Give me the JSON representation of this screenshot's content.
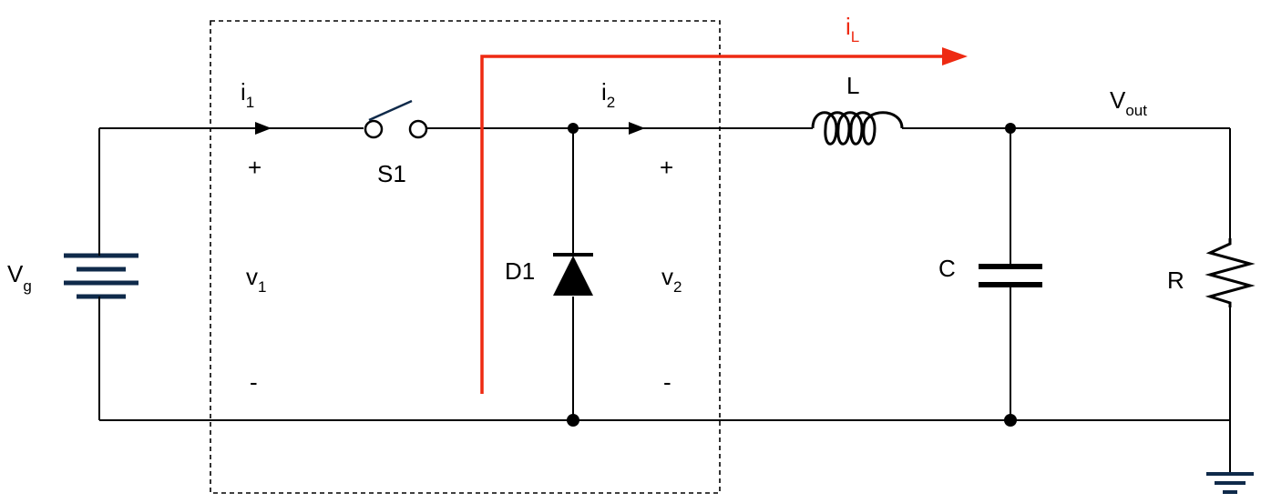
{
  "colors": {
    "wire": "#000000",
    "battery": "#0f2a4a",
    "switch_lever": "#0f2a4a",
    "current_arrow": "#ee2a12"
  },
  "labels": {
    "source": {
      "main": "V",
      "sub": "g"
    },
    "input_current": {
      "main": "i",
      "sub": "1"
    },
    "switch": "S1",
    "input_plus": "+",
    "input_voltage": {
      "main": "v",
      "sub": "1"
    },
    "input_minus": "-",
    "diode": "D1",
    "output_current": {
      "main": "i",
      "sub": "2"
    },
    "output_plus": "+",
    "output_voltage": {
      "main": "v",
      "sub": "2"
    },
    "output_minus": "-",
    "inductor": "L",
    "inductor_current": {
      "main": "i",
      "sub": "L"
    },
    "capacitor": "C",
    "output_node": {
      "main": "V",
      "sub": "out"
    },
    "resistor": "R"
  }
}
